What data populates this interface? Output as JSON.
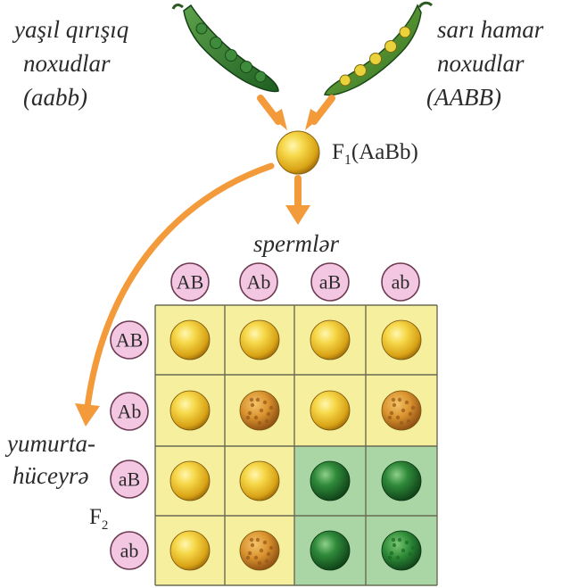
{
  "parents": {
    "left": {
      "lines": [
        "yaşıl qırışıq",
        "noxudlar",
        "(aabb)"
      ]
    },
    "right": {
      "lines": [
        "sarı hamar",
        "noxudlar",
        "(AABB)"
      ]
    }
  },
  "f1": {
    "label_main": "F",
    "label_sub": "1",
    "label_rest": "(AaBb)"
  },
  "sperm_label": "spermlər",
  "egg_label": {
    "lines": [
      "yumurta-",
      "hüceyrə"
    ]
  },
  "f2": {
    "label_main": "F",
    "label_sub": "2"
  },
  "sperm_gametes": [
    "AB",
    "Ab",
    "aB",
    "ab"
  ],
  "egg_gametes": [
    "AB",
    "Ab",
    "aB",
    "ab"
  ],
  "punnett": [
    [
      "yellow-smooth",
      "yellow-smooth",
      "yellow-smooth",
      "yellow-smooth"
    ],
    [
      "yellow-smooth",
      "yellow-wrinkled",
      "yellow-smooth",
      "yellow-wrinkled"
    ],
    [
      "yellow-smooth",
      "yellow-smooth",
      "green-smooth",
      "green-smooth"
    ],
    [
      "yellow-smooth",
      "yellow-wrinkled",
      "green-smooth",
      "green-wrinkled"
    ]
  ],
  "colors": {
    "cell_yellow": "#f6ef9e",
    "cell_green": "#a9d6a4",
    "gamete_fill": "#f3c6e2",
    "arrow": "#f39a3b"
  }
}
